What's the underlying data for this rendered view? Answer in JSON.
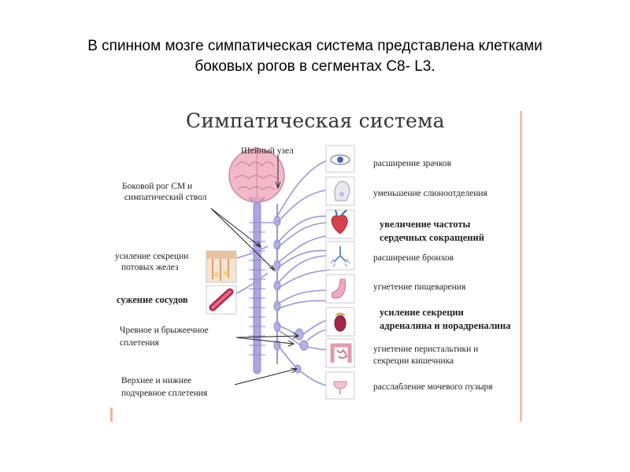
{
  "slide": {
    "title_line1": "В спинном мозге симпатическая система представлена клетками",
    "title_line2": "боковых рогов в сегментах  С8- L3."
  },
  "diagram": {
    "heading": "Симпатическая система",
    "left_labels": {
      "cervical_node": "Шейный узел",
      "lateral_horn_line1": "Боковой рог СМ и",
      "lateral_horn_line2": " симпатический ствол",
      "sweat_line1": "усиление секреции",
      "sweat_line2": "потовых желез",
      "vessels": "сужение сосудов",
      "celiac_line1": "Чревное и брыжеечное",
      "celiac_line2": "сплетения",
      "hypogastric_line1": "Верхнее и нижнее",
      "hypogastric_line2": "подчревное сплетения"
    },
    "right_labels": {
      "pupil": "расширение зрачков",
      "saliva": "уменьшение слюноотделения",
      "heart_line1": "увеличение частоты",
      "heart_line2": "сердечных сокращений",
      "bronchi": "расширение бронхов",
      "digestion": "угнетение пищеварения",
      "adrenal_line1": "усиление секреции",
      "adrenal_line2": "адреналина и норадреналина",
      "intestine_line1": "угнетение перистальтики и",
      "intestine_line2": "секреции кишечника",
      "bladder": "расслабление мочевого пузыря"
    },
    "icons": [
      "eye-icon",
      "head-icon",
      "heart-icon",
      "lungs-icon",
      "stomach-icon",
      "adrenal-icon",
      "intestine-icon",
      "bladder-icon",
      "skin-icon",
      "vessel-icon",
      "brain-icon"
    ],
    "colors": {
      "nerve": "#9a97d6",
      "nerve_dark": "#7f7bc8",
      "spine": "#a9a6e0",
      "brain": "#f2b9c9",
      "organ": "#d7414f",
      "arrow": "#222222",
      "frame": "#efc2b4"
    }
  }
}
